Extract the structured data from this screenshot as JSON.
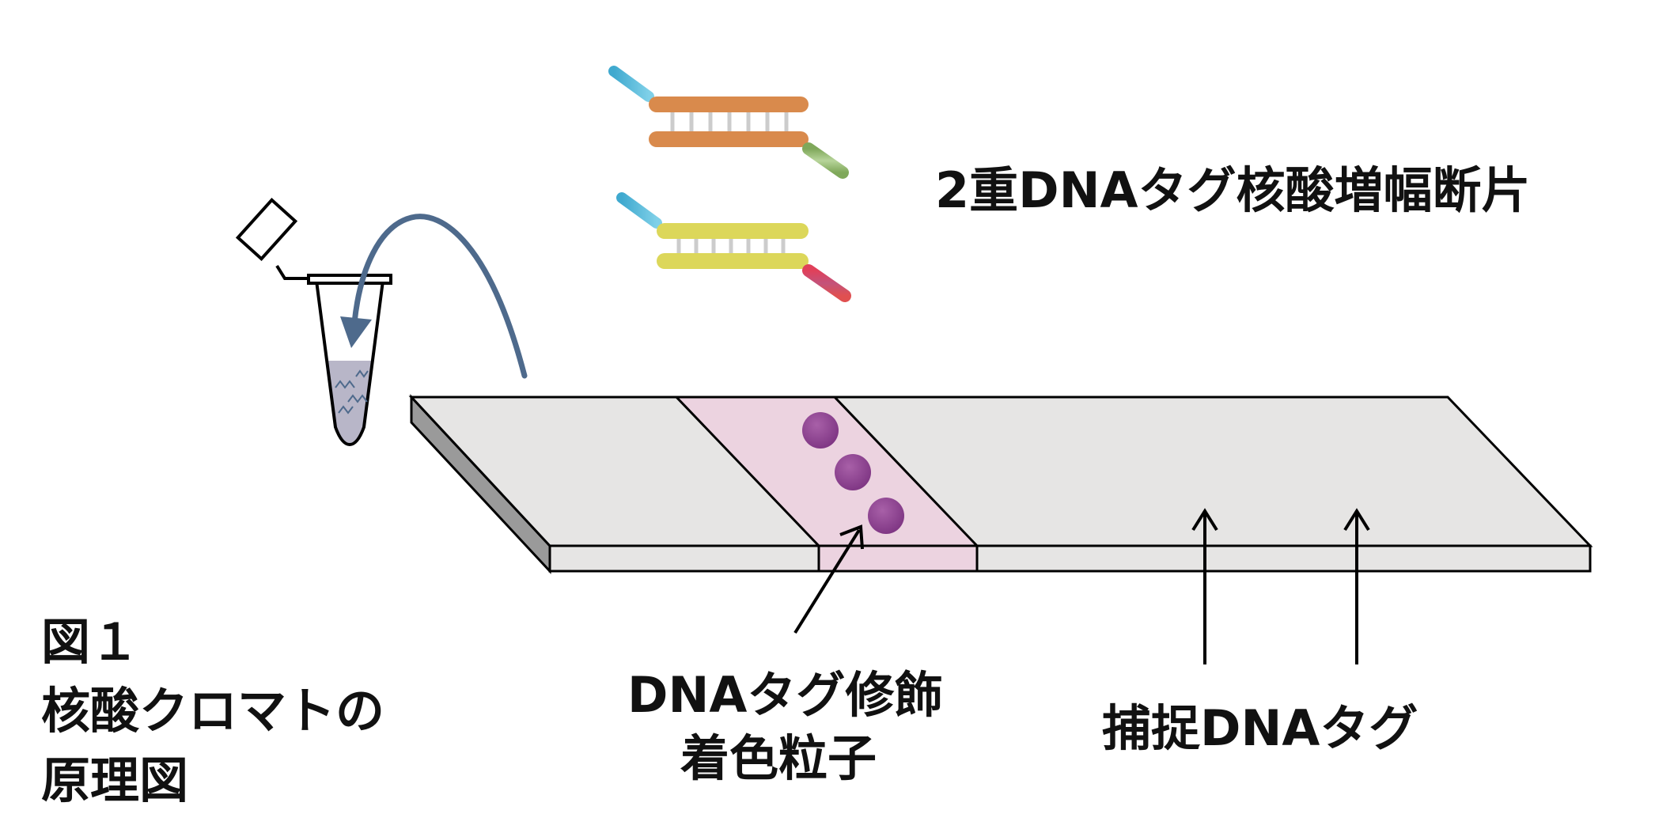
{
  "figure": {
    "number": "図１",
    "title_line1": "核酸クロマトの",
    "title_line2": "原理図"
  },
  "labels": {
    "amplicon": "2重DNAタグ核酸増幅断片",
    "colored_particle_line1": "DNAタグ修飾",
    "colored_particle_line2": "着色粒子",
    "capture_tag": "捕捉DNAタグ"
  },
  "colors": {
    "strip_top": "#e6e5e4",
    "strip_side": "#9e9e9e",
    "conjugate_pad": "#ecd3e0",
    "particle": "#8b3f8f",
    "tag_blue": "#4fb3d4",
    "tag_red": "#d2495f",
    "tag_green": "#8fb26a",
    "amplicon_orange": "#d98a4c",
    "amplicon_yellow": "#dcd75a",
    "arrow_steel": "#4e6a8c"
  }
}
